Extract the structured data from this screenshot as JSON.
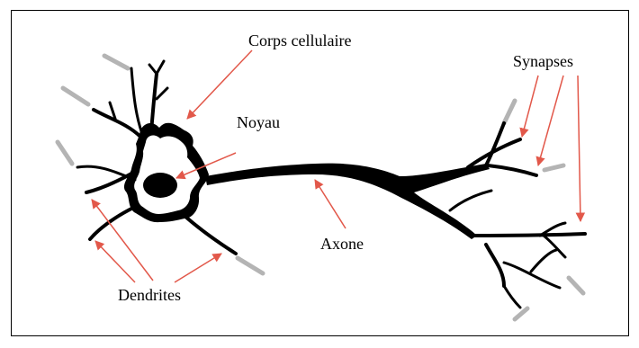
{
  "labels": {
    "cell_body": "Corps cellulaire",
    "nucleus": "Noyau",
    "synapses": "Synapses",
    "axon": "Axone",
    "dendrites": "Dendrites"
  },
  "colors": {
    "neuron": "#000000",
    "synapse_terminal": "#b4b4b4",
    "arrow": "#e2584a",
    "frame": "#000000",
    "background": "#ffffff"
  }
}
